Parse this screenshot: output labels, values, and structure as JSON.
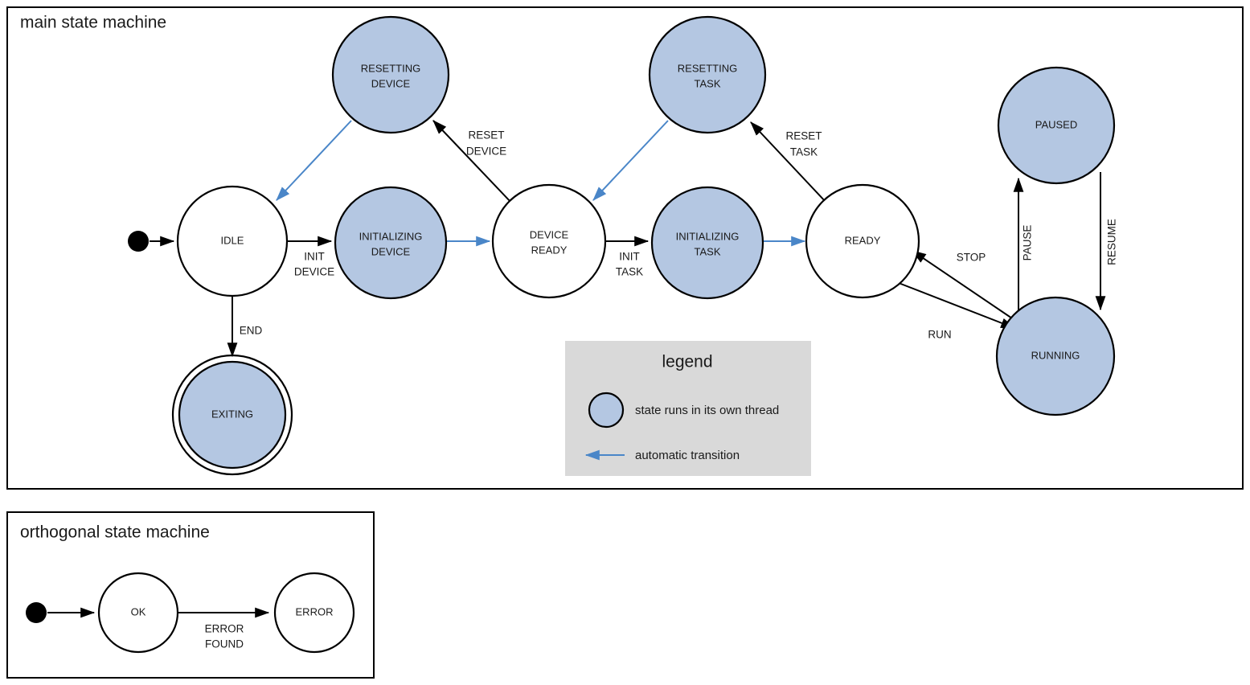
{
  "colors": {
    "threaded_fill": "#b4c7e2",
    "plain_fill": "#ffffff",
    "stroke": "#000000",
    "auto_transition": "#4a86c8",
    "legend_bg": "#d9d9d9"
  },
  "main_frame": {
    "title": "main state machine",
    "states": [
      {
        "id": "idle",
        "label_line1": "IDLE",
        "label_line2": "",
        "threaded": false,
        "final": false
      },
      {
        "id": "resetting-device",
        "label_line1": "RESETTING",
        "label_line2": "DEVICE",
        "threaded": true,
        "final": false
      },
      {
        "id": "initializing-device",
        "label_line1": "INITIALIZING",
        "label_line2": "DEVICE",
        "threaded": true,
        "final": false
      },
      {
        "id": "device-ready",
        "label_line1": "DEVICE",
        "label_line2": "READY",
        "threaded": false,
        "final": false
      },
      {
        "id": "resetting-task",
        "label_line1": "RESETTING",
        "label_line2": "TASK",
        "threaded": true,
        "final": false
      },
      {
        "id": "initializing-task",
        "label_line1": "INITIALIZING",
        "label_line2": "TASK",
        "threaded": true,
        "final": false
      },
      {
        "id": "ready",
        "label_line1": "READY",
        "label_line2": "",
        "threaded": false,
        "final": false
      },
      {
        "id": "paused",
        "label_line1": "PAUSED",
        "label_line2": "",
        "threaded": true,
        "final": false
      },
      {
        "id": "running",
        "label_line1": "RUNNING",
        "label_line2": "",
        "threaded": true,
        "final": false
      },
      {
        "id": "exiting",
        "label_line1": "EXITING",
        "label_line2": "",
        "threaded": true,
        "final": true
      }
    ],
    "transitions": [
      {
        "id": "start-idle",
        "from": "initial",
        "to": "idle",
        "label_line1": "",
        "label_line2": "",
        "automatic": false
      },
      {
        "id": "idle-init-device",
        "from": "idle",
        "to": "initializing-device",
        "label_line1": "INIT",
        "label_line2": "DEVICE",
        "automatic": false
      },
      {
        "id": "idle-end",
        "from": "idle",
        "to": "exiting",
        "label_line1": "END",
        "label_line2": "",
        "automatic": false
      },
      {
        "id": "initdev-deviceready",
        "from": "initializing-device",
        "to": "device-ready",
        "label_line1": "",
        "label_line2": "",
        "automatic": true
      },
      {
        "id": "deviceready-resetdev",
        "from": "device-ready",
        "to": "resetting-device",
        "label_line1": "RESET",
        "label_line2": "DEVICE",
        "automatic": false
      },
      {
        "id": "resetdev-idle",
        "from": "resetting-device",
        "to": "idle",
        "label_line1": "",
        "label_line2": "",
        "automatic": true
      },
      {
        "id": "deviceready-inittask",
        "from": "device-ready",
        "to": "initializing-task",
        "label_line1": "INIT",
        "label_line2": "TASK",
        "automatic": false
      },
      {
        "id": "inittask-ready",
        "from": "initializing-task",
        "to": "ready",
        "label_line1": "",
        "label_line2": "",
        "automatic": true
      },
      {
        "id": "ready-resettask",
        "from": "ready",
        "to": "resetting-task",
        "label_line1": "RESET",
        "label_line2": "TASK",
        "automatic": false
      },
      {
        "id": "resettask-deviceready",
        "from": "resetting-task",
        "to": "device-ready",
        "label_line1": "",
        "label_line2": "",
        "automatic": true
      },
      {
        "id": "ready-run",
        "from": "ready",
        "to": "running",
        "label_line1": "RUN",
        "label_line2": "",
        "automatic": false
      },
      {
        "id": "running-stop",
        "from": "running",
        "to": "ready",
        "label_line1": "STOP",
        "label_line2": "",
        "automatic": false
      },
      {
        "id": "running-pause",
        "from": "running",
        "to": "paused",
        "label_line1": "PAUSE",
        "label_line2": "",
        "automatic": false
      },
      {
        "id": "paused-resume",
        "from": "paused",
        "to": "running",
        "label_line1": "RESUME",
        "label_line2": "",
        "automatic": false
      }
    ]
  },
  "legend": {
    "title": "legend",
    "entries": [
      {
        "id": "threaded-state",
        "symbol": "blue-circle",
        "text": "state runs in its own thread"
      },
      {
        "id": "automatic-transition",
        "symbol": "blue-left-arrow",
        "text": "automatic transition"
      }
    ]
  },
  "orthogonal_frame": {
    "title": "orthogonal state machine",
    "states": [
      {
        "id": "ok",
        "label_line1": "OK",
        "label_line2": "",
        "threaded": false,
        "final": false
      },
      {
        "id": "error",
        "label_line1": "ERROR",
        "label_line2": "",
        "threaded": false,
        "final": false
      }
    ],
    "transitions": [
      {
        "id": "start-ok",
        "from": "initial",
        "to": "ok",
        "label_line1": "",
        "label_line2": "",
        "automatic": false
      },
      {
        "id": "ok-error",
        "from": "ok",
        "to": "error",
        "label_line1": "ERROR",
        "label_line2": "FOUND",
        "automatic": false
      }
    ]
  }
}
